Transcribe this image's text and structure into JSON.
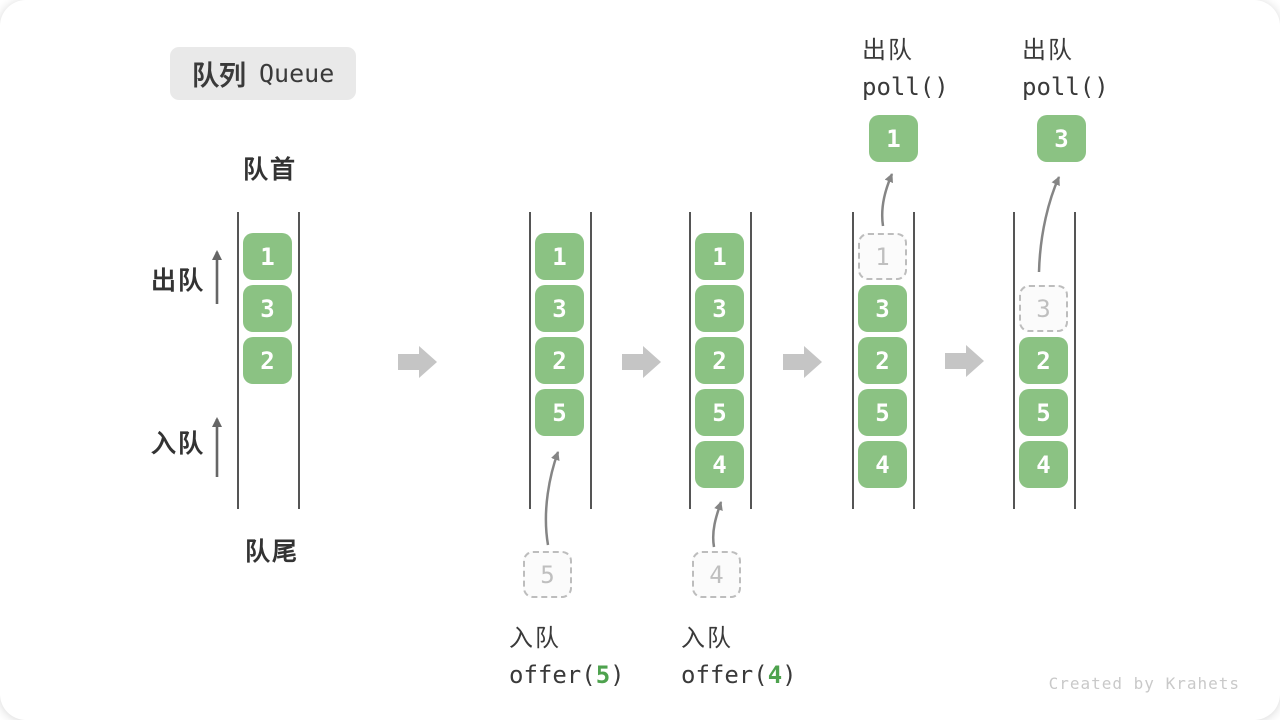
{
  "title": {
    "zh": "队列",
    "en": "Queue"
  },
  "labels": {
    "front": "队首",
    "rear": "队尾",
    "dequeue": "出队",
    "enqueue": "入队"
  },
  "colors": {
    "element_green": "#8bc283",
    "accent_green": "#4ea24e",
    "wall_line": "#555555",
    "block_arrow": "#c5c5c5",
    "dashed_border": "#bdbdbd",
    "title_bg": "#e9e9e9",
    "text_dark": "#3a3a3a"
  },
  "states": [
    {
      "items": [
        "1",
        "3",
        "2"
      ]
    },
    {
      "items": [
        "1",
        "3",
        "2",
        "5"
      ],
      "incoming": "5"
    },
    {
      "items": [
        "1",
        "3",
        "2",
        "5",
        "4"
      ],
      "incoming": "4"
    },
    {
      "removed": "1",
      "items": [
        "3",
        "2",
        "5",
        "4"
      ],
      "result": "1"
    },
    {
      "removed": "3",
      "items": [
        "2",
        "5",
        "4"
      ],
      "result": "3"
    }
  ],
  "enqueue_ops": [
    {
      "label": "入队",
      "fn_pre": "offer(",
      "arg": "5",
      "fn_post": ")"
    },
    {
      "label": "入队",
      "fn_pre": "offer(",
      "arg": "4",
      "fn_post": ")"
    }
  ],
  "dequeue_ops": [
    {
      "label": "出队",
      "fn": "poll()"
    },
    {
      "label": "出队",
      "fn": "poll()"
    }
  ],
  "watermark": "Created by Krahets"
}
